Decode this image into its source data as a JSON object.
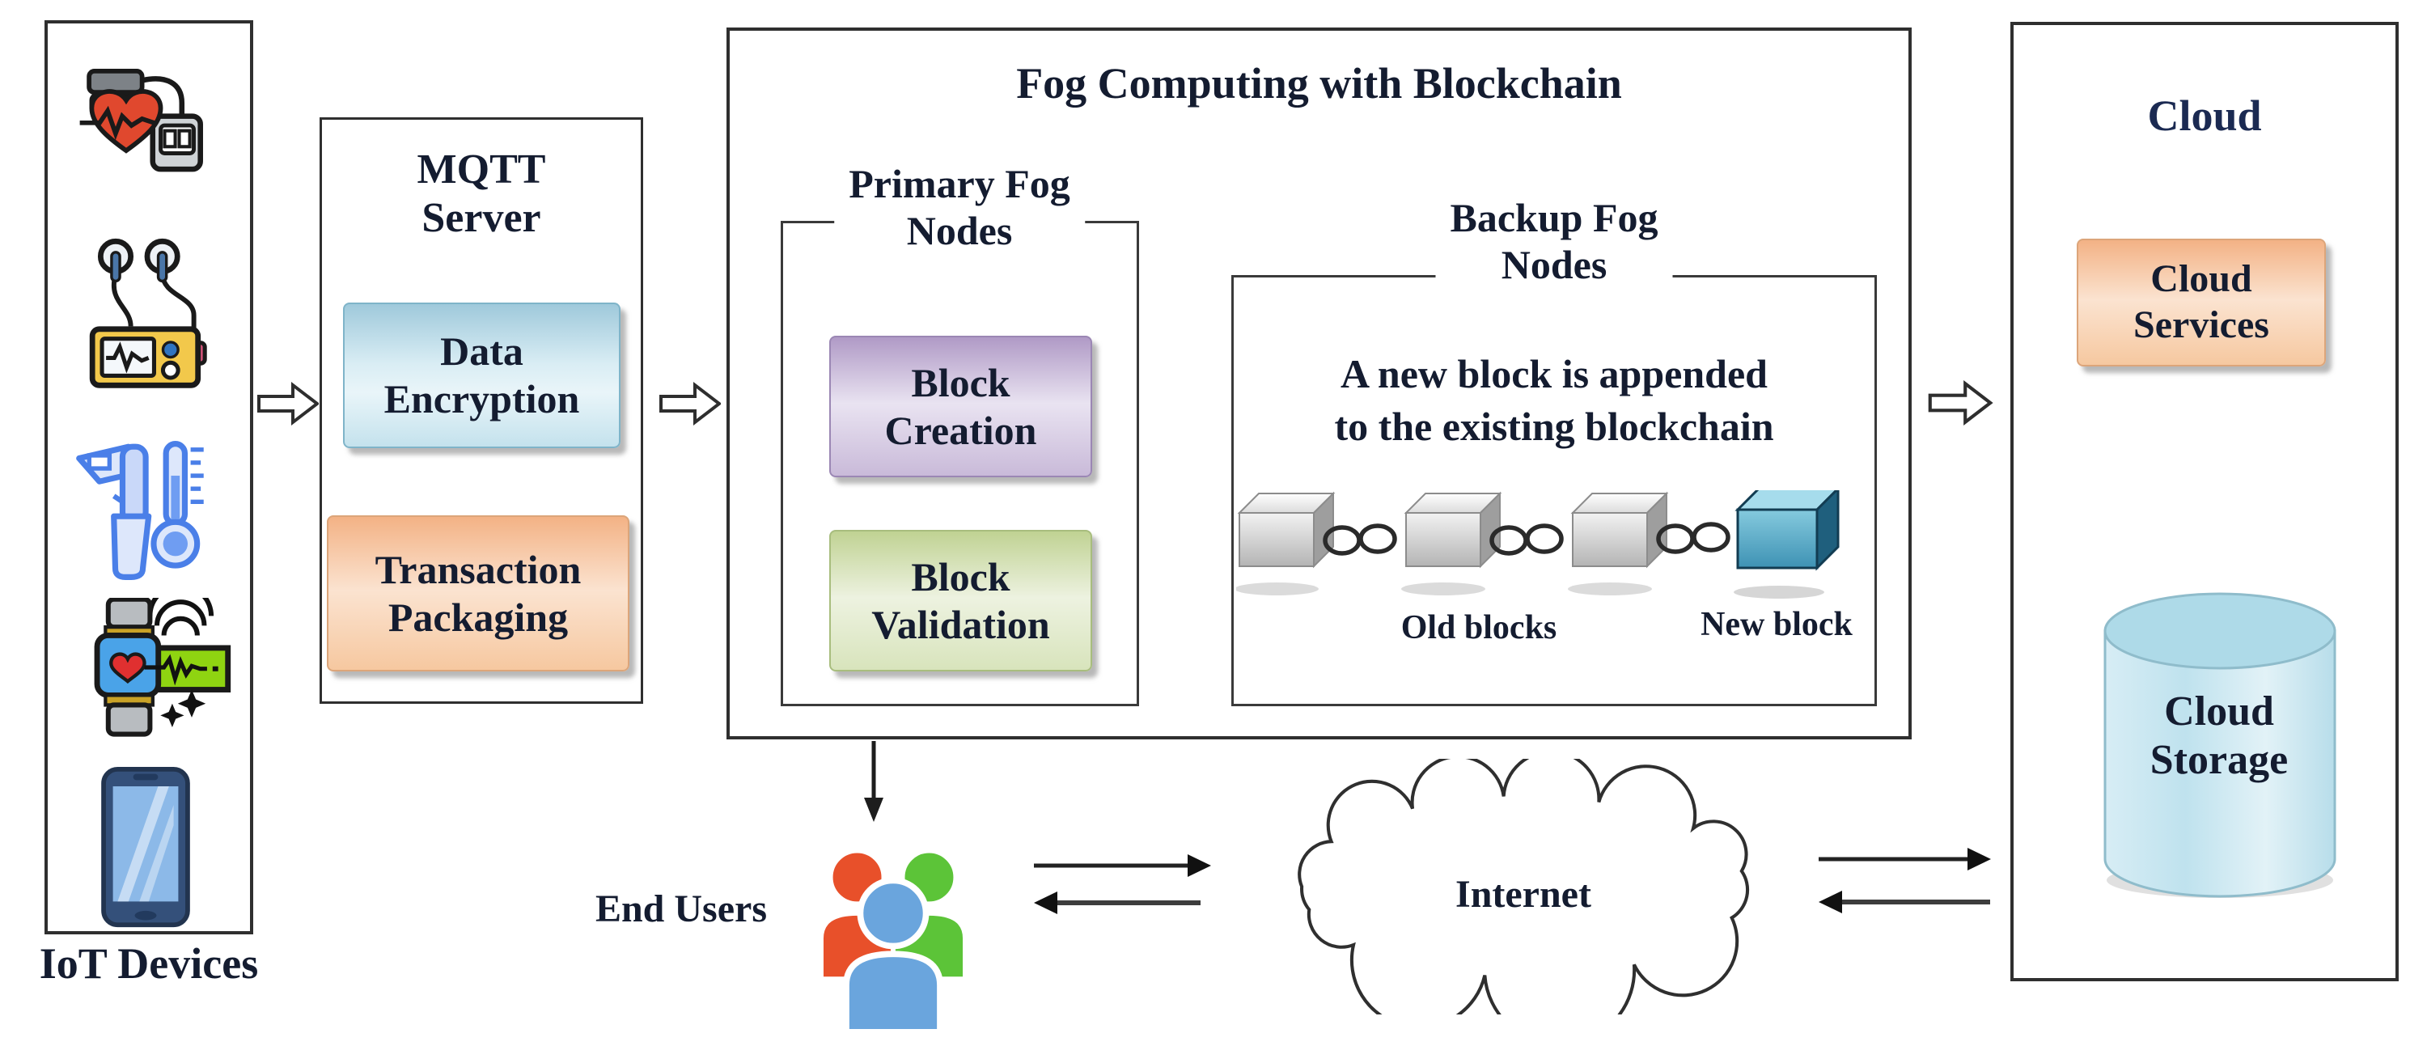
{
  "iot": {
    "label": "IoT Devices",
    "icons": [
      "heart-rate-monitor-icon",
      "portable-ecg-earbuds-icon",
      "thermometer-gun-icon",
      "smartwatch-heart-icon",
      "smartphone-icon"
    ]
  },
  "mqtt": {
    "title_lines": [
      "MQTT",
      "Server"
    ],
    "encryption_lines": [
      "Data",
      "Encryption"
    ],
    "packaging_lines": [
      "Transaction",
      "Packaging"
    ]
  },
  "fog": {
    "title": "Fog Computing with Blockchain",
    "primary": {
      "title_lines": [
        "Primary Fog",
        "Nodes"
      ],
      "creation_lines": [
        "Block",
        "Creation"
      ],
      "validation_lines": [
        "Block",
        "Validation"
      ]
    },
    "backup": {
      "title_lines": [
        "Backup Fog",
        "Nodes"
      ],
      "note_lines": [
        "A new block is appended",
        "to the existing blockchain"
      ],
      "old_blocks_label": "Old blocks",
      "new_block_label": "New block"
    }
  },
  "cloud": {
    "title": "Cloud",
    "services_lines": [
      "Cloud",
      "Services"
    ],
    "storage_lines": [
      "Cloud",
      "Storage"
    ]
  },
  "end_users": {
    "label": "End Users"
  },
  "internet": {
    "label": "Internet"
  },
  "colors": {
    "encryption_blue": "#9fc9db",
    "packaging_orange": "#f3b285",
    "creation_purple": "#b09ac6",
    "validation_green": "#c0d293",
    "cloud_services_orange": "#f3b285",
    "cloud_storage_blue": "#bfe2ee",
    "new_block_teal": "#5fb0cd",
    "old_block_gray": "#c9c9c9",
    "users_red": "#e8502a",
    "users_green": "#5cc438",
    "users_blue": "#6aa5dd",
    "line_black": "#2f2f2f"
  }
}
